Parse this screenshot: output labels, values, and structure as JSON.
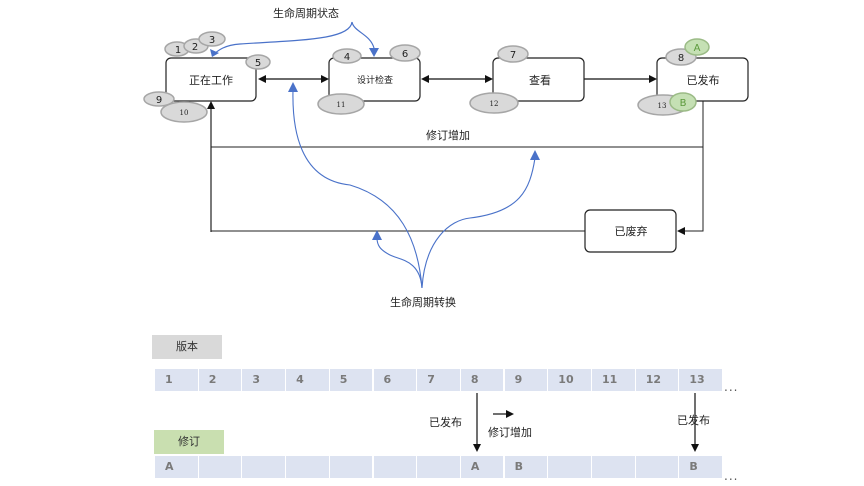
{
  "labels": {
    "lifecycle_states": "生命周期状态",
    "lifecycle_transitions": "生命周期转换",
    "revision_increase": "修订增加"
  },
  "states": [
    {
      "id": "working",
      "label": "正在工作"
    },
    {
      "id": "design_review",
      "label": "设计检查"
    },
    {
      "id": "review",
      "label": "查看"
    },
    {
      "id": "released",
      "label": "已发布"
    },
    {
      "id": "obsolete",
      "label": "已废弃"
    }
  ],
  "version_markers": [
    "1",
    "2",
    "3",
    "4",
    "5",
    "6",
    "7",
    "8",
    "9",
    "10",
    "11",
    "12",
    "13"
  ],
  "revision_markers": [
    "A",
    "B"
  ],
  "colors": {
    "marker_gray": "#d9d9d9",
    "marker_gray_border": "#a6a6a6",
    "marker_green": "#c5e0b4",
    "marker_green_text": "#5c9a3c",
    "transition_blue": "#4472c4",
    "cell_bg": "#dde3f1",
    "version_header_bg": "#d9d9d9",
    "revision_header_bg": "#c9dfb0"
  },
  "table": {
    "version_header": "版本",
    "revision_header": "修订",
    "versions": [
      "1",
      "2",
      "3",
      "4",
      "5",
      "6",
      "7",
      "8",
      "9",
      "10",
      "11",
      "12",
      "13"
    ],
    "revisions": [
      "A",
      "",
      "",
      "",
      "",
      "",
      "",
      "A",
      "B",
      "",
      "",
      "",
      "B"
    ],
    "ellipsis": "...",
    "annotation_released_1": "已发布",
    "annotation_revision_increase": "修订增加",
    "annotation_released_2": "已发布"
  }
}
